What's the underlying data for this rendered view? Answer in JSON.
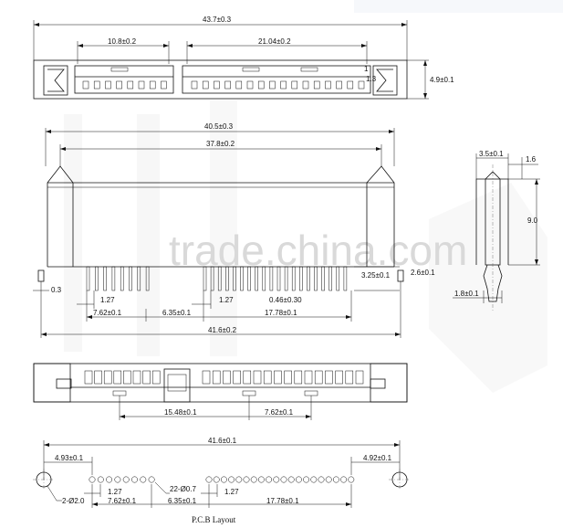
{
  "top_view": {
    "overall_width": "43.7±0.3",
    "left_section": "10.8±0.2",
    "right_section": "21.04±0.2",
    "height": "4.9±0.1",
    "slot": "1.3"
  },
  "front_view": {
    "body_width": "40.5±0.3",
    "inner_width": "37.8±0.2",
    "pin_offset_left": "0.3",
    "pin_length": "3.25±0.1",
    "pitch_left": "1.27",
    "pitch_right": "1.27",
    "pin_size": "0.46±0.30",
    "span_left": "7.62±0.1",
    "gap": "6.35±0.1",
    "span_right": "17.78±0.1",
    "overall": "41.6±0.2",
    "right_small": "2.6±0.1"
  },
  "side_view": {
    "top_width": "3.5±0.1",
    "top_step": "1.6",
    "height": "9.0",
    "bottom_width": "1.8±0.1"
  },
  "bottom_view": {
    "dim_a": "15.48±0.1",
    "dim_b": "7.62±0.1"
  },
  "pcb": {
    "overall": "41.6±0.1",
    "left_offset": "4.93±0.1",
    "right_offset": "4.92±0.1",
    "mount_hole": "2-Ø2.0",
    "pin_holes": "22-Ø0.7",
    "pitch_left": "1.27",
    "pitch_right": "1.27",
    "span_left": "7.62±0.1",
    "gap": "6.35±0.1",
    "span_right": "17.78±0.1",
    "caption": "P.C.B Layout"
  },
  "watermark": "trade.china.com"
}
